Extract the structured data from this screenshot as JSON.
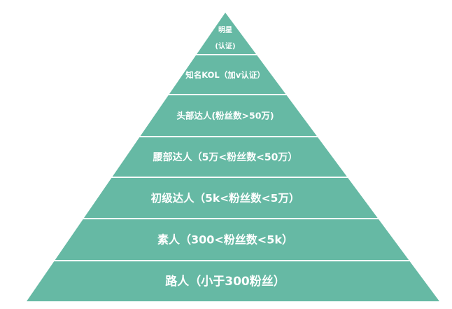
{
  "pyramid": {
    "fill_color": "#66b9a4",
    "divider_color": "#ffffff",
    "tiers": [
      {
        "label": "明星",
        "sub_label": "(认证)"
      },
      {
        "label": "知名KOL（加v认证）"
      },
      {
        "label": "头部达人(粉丝数>50万)"
      },
      {
        "label": "腰部达人（5万<粉丝数<50万）"
      },
      {
        "label": "初级达人（5k<粉丝数<5万）"
      },
      {
        "label": "素人（300<粉丝数<5k）"
      },
      {
        "label": "路人（小于300粉丝）"
      }
    ]
  }
}
